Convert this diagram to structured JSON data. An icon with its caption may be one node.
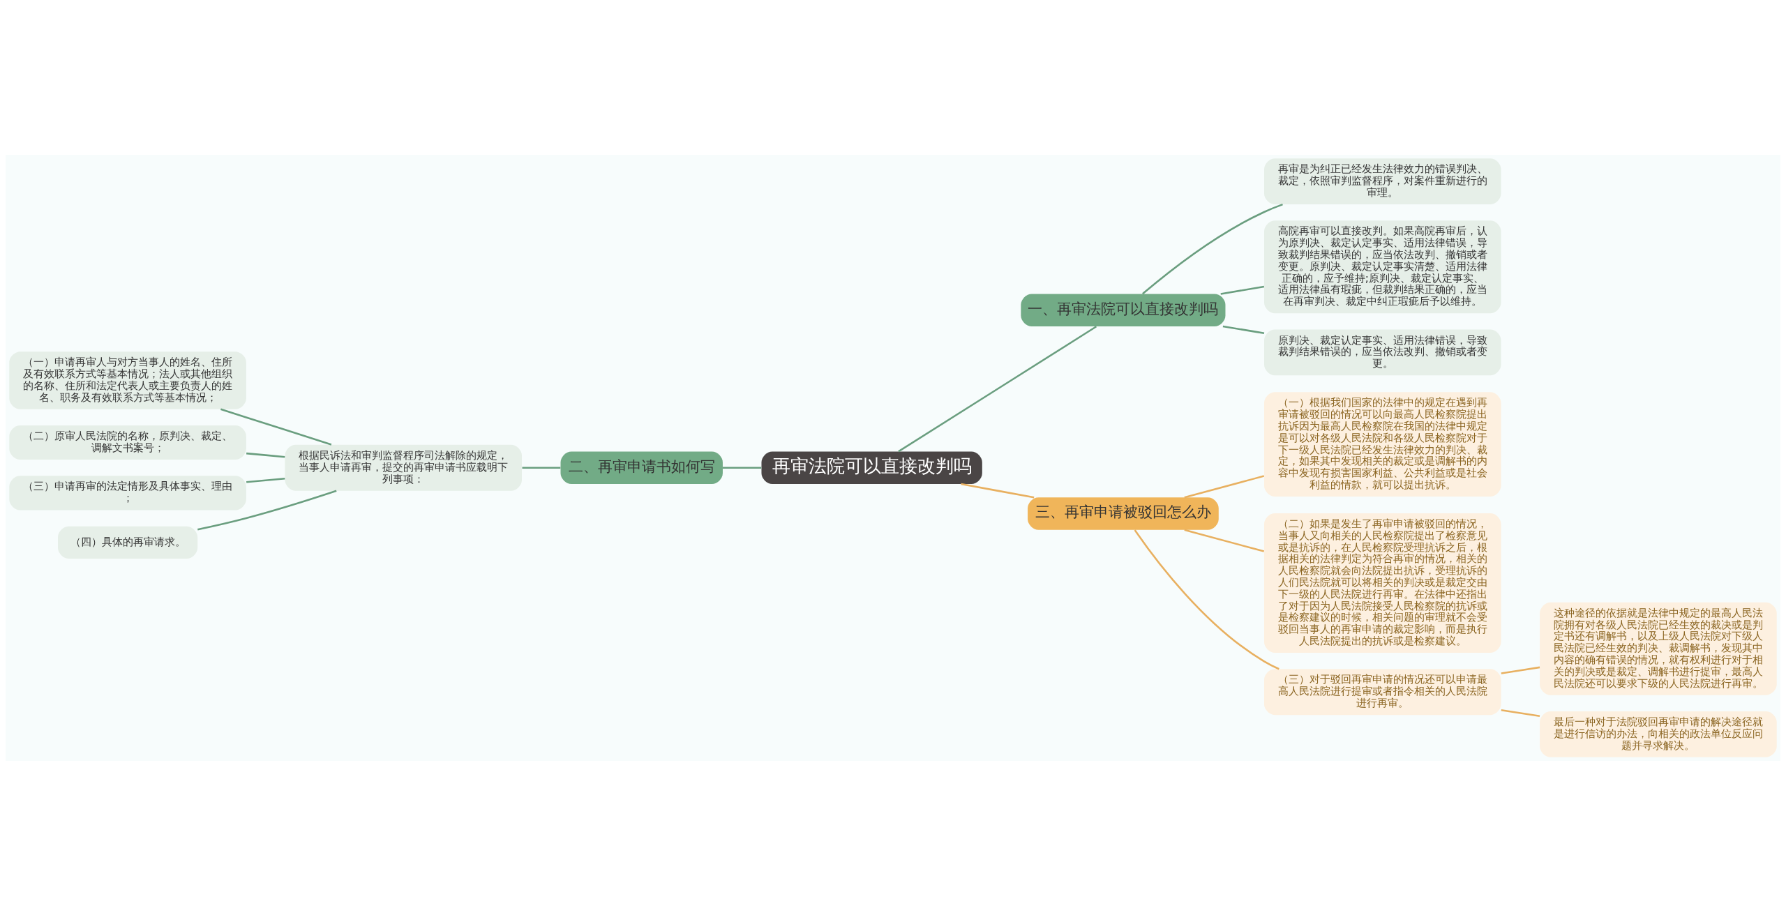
{
  "diagram": {
    "nodes": [
      {
        "text": [
          "再审法院可以直接改判吗"
        ]
      },
      {
        "text": [
          "一、再审法院可以直接改判吗"
        ]
      },
      {
        "text": [
          "再审是为纠正已经发生法律效力的错误判决、裁定，依照审判监督程序，对案件重新进行的审理。"
        ]
      },
      {
        "text": [
          "高院再审可以直接改判。如果高院再审后，认为原判决、裁定认定事实、适用法律错误，导致裁判结果错误的，应当依法改判、撤销或者变更。原判决、裁定认定事实清楚、适用法律正确的，应予维持;原判决、裁定认定事实、适用法律虽有瑕疵，但裁判结果正确的，应当在再审判决、裁定中纠正瑕疵后予以维持。"
        ]
      },
      {
        "text": [
          "原判决、裁定认定事实、适用法律错误，导致裁判结果错误的，应当依法改判、撤销或者变更。"
        ]
      },
      {
        "text": [
          "二、再审申请书如何写"
        ]
      },
      {
        "text": [
          "根据民诉法和审判监督程序司法解除的规定，当事人申请再审，提交的再审申请书应载明下列事项："
        ]
      },
      {
        "text": [
          "（一）申请再审人与对方当事人的姓名、住所及有效联系方式等基本情况；法人或其他组织的名称、住所和法定代表人或主要负责人的姓名、职务及有效联系方式等基本情况；"
        ]
      },
      {
        "text": [
          "（二）原审人民法院的名称，原判决、裁定、调解文书案号；"
        ]
      },
      {
        "text": [
          "（三）申请再审的法定情形及具体事实、理由；"
        ]
      },
      {
        "text": [
          "（四）具体的再审请求。"
        ]
      },
      {
        "text": [
          "三、再审申请被驳回怎么办"
        ]
      },
      {
        "text": [
          "（一）根据我们国家的法律中的规定在遇到再审请被驳回的情况可以向最高人民检察院提出抗诉因为最高人民检察院在我国的法律中规定是可以对各级人民法院和各级人民检察院对于下一级人民法院已经发生法律效力的判决、裁定，如果其中发现相关的裁定或是调解书的内容中发现有损害国家利益、公共利益或是社会利益的情款，就可以提出抗诉。"
        ]
      },
      {
        "text": [
          "（二）如果是发生了再审申请被驳回的情况，当事人又向相关的人民检察院提出了检察意见或是抗诉的，在人民检察院受理抗诉之后，根据相关的法律判定为符合再审的情况，相关的人民检察院就会向法院提出抗诉，受理抗诉的人们民法院就可以将相关的判决或是裁定交由下一级的人民法院进行再审。在法律中还指出了对于因为人民法院接受人民检察院的抗诉或是检察建议的时候，相关问题的审理就不会受驳回当事人的再审申请的裁定影响，而是执行人民法院提出的抗诉或是检察建议。"
        ]
      },
      {
        "text": [
          "（三）对于驳回再审申请的情况还可以申请最高人民法院进行提审或者指令相关的人民法院进行再审。"
        ]
      },
      {
        "text": [
          "这种途径的依据就是法律中规定的最高人民法院拥有对各级人民法院已经生效的裁决或是判定书还有调解书，以及上级人民法院对下级人民法院已经生效的判决、裁调解书，发现其中内容的确有错误的情况，就有权利进行对于相关的判决或是裁定、调解书进行提审，最高人民法院还可以要求下级的人民法院进行再审。"
        ]
      },
      {
        "text": [
          "最后一种对于法院驳回再审申请的解决途径就是进行信访的办法，向相关的政法单位反应问题并寻求解决。"
        ]
      }
    ],
    "edges": [
      {
        "from": 0,
        "to": 1,
        "arrow": "none"
      },
      {
        "from": 1,
        "to": 2,
        "arrow": "none"
      },
      {
        "from": 1,
        "to": 3,
        "arrow": "none"
      },
      {
        "from": 1,
        "to": 4,
        "arrow": "none"
      },
      {
        "from": 0,
        "to": 5,
        "arrow": "none"
      },
      {
        "from": 5,
        "to": 6,
        "arrow": "none"
      },
      {
        "from": 6,
        "to": 7,
        "arrow": "none"
      },
      {
        "from": 6,
        "to": 8,
        "arrow": "none"
      },
      {
        "from": 6,
        "to": 9,
        "arrow": "none"
      },
      {
        "from": 6,
        "to": 10,
        "arrow": "none"
      },
      {
        "from": 0,
        "to": 11,
        "arrow": "none",
        "color": "#e8b060"
      },
      {
        "from": 11,
        "to": 12,
        "arrow": "none",
        "color": "#e8b060"
      },
      {
        "from": 11,
        "to": 13,
        "arrow": "none",
        "color": "#e8b060"
      },
      {
        "from": 11,
        "to": 14,
        "arrow": "none",
        "color": "#e8b060"
      },
      {
        "from": 14,
        "to": 15,
        "arrow": "none",
        "color": "#e8b060"
      },
      {
        "from": 14,
        "to": 16,
        "arrow": "none",
        "color": "#e8b060"
      }
    ]
  }
}
